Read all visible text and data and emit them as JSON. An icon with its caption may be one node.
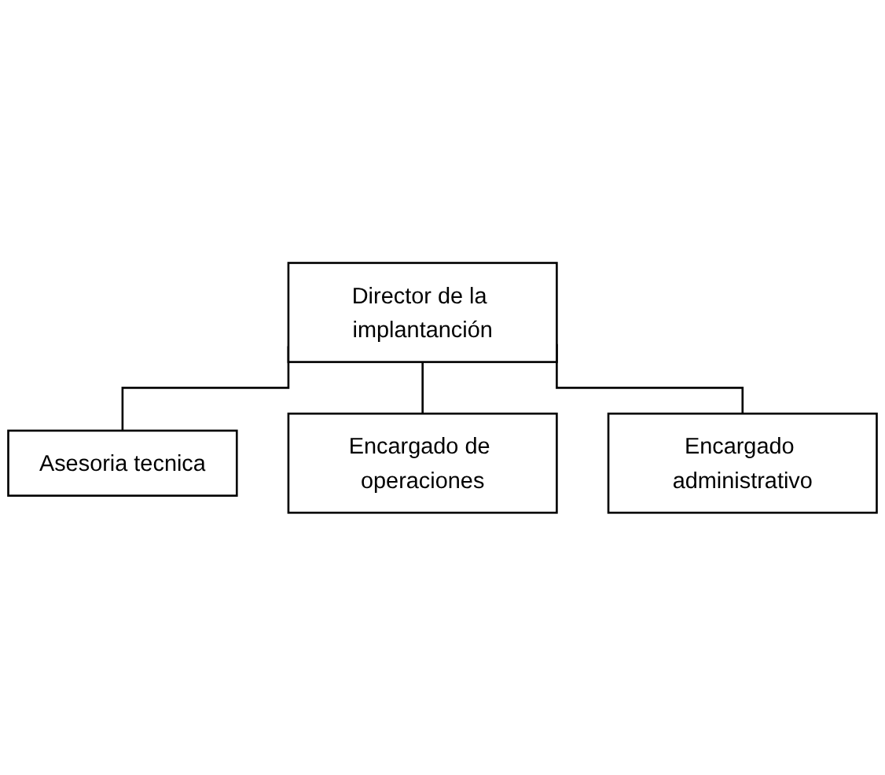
{
  "diagram": {
    "nodes": [
      {
        "text": [
          "Director de la implantanción"
        ]
      },
      {
        "text": [
          "Asesoria tecnica"
        ]
      },
      {
        "text": [
          "Encargado de operaciones"
        ]
      },
      {
        "text": [
          "Encargado administrativo"
        ]
      }
    ],
    "edges": [
      {
        "from": 0,
        "to": 1,
        "arrow": "none"
      },
      {
        "from": 0,
        "to": 2,
        "arrow": "none"
      },
      {
        "from": 0,
        "to": 3,
        "arrow": "none"
      }
    ]
  }
}
